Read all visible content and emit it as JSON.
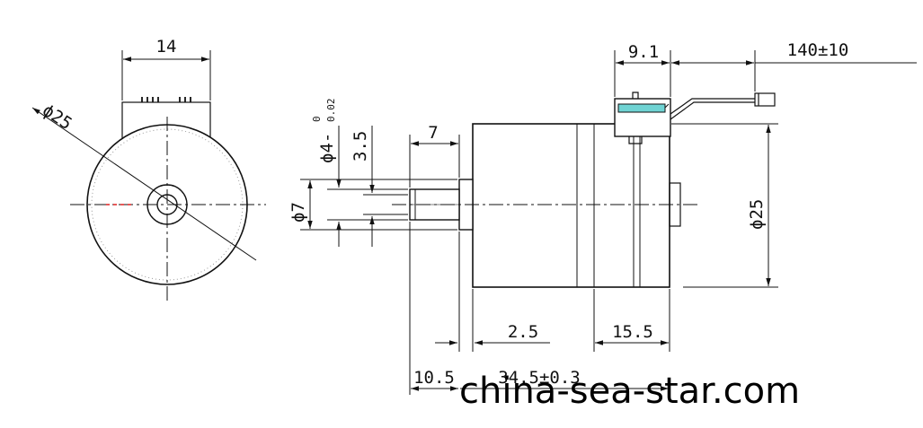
{
  "dimensions": {
    "front_width": "14",
    "front_diameter": "ϕ25",
    "shaft_tol_main": "ϕ4-",
    "shaft_tol_upper": "0",
    "shaft_tol_lower": "0.02",
    "flat_depth": "3.5",
    "shaft_diameter": "ϕ7",
    "flat_length": "7",
    "terminal_offset": "9.1",
    "lead_length": "140±10",
    "body_diameter": "ϕ25",
    "boss_length": "2.5",
    "rear_length": "15.5",
    "shaft_length": "10.5",
    "body_length": "34.5±0.3"
  },
  "watermark": "china-sea-star.com",
  "colors": {
    "line": "#111111",
    "centerline_accent": "#e02020",
    "terminal_fill": "#6fd3d3",
    "background": "#ffffff"
  }
}
